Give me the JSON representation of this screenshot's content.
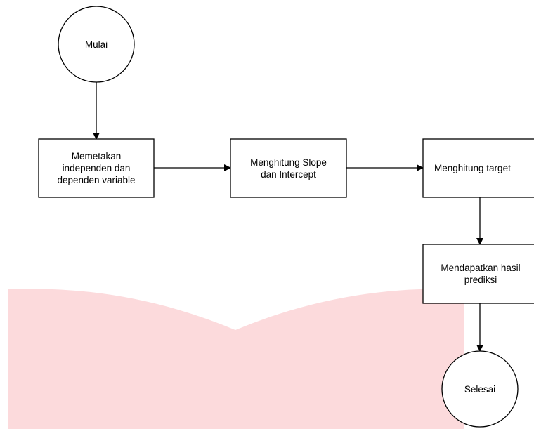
{
  "diagram": {
    "nodes": {
      "start": {
        "label": "Mulai"
      },
      "map_vars": {
        "label": "Memetakan\nindependen dan\ndependen variable"
      },
      "slope": {
        "label": "Menghitung Slope\ndan Intercept"
      },
      "target": {
        "label": "Menghitung target"
      },
      "result": {
        "label": "Mendapatkan hasil\nprediksi"
      },
      "end": {
        "label": "Selesai"
      }
    }
  },
  "colors": {
    "stroke": "#000000",
    "fill": "#ffffff",
    "watermark": "#fcdadc"
  }
}
